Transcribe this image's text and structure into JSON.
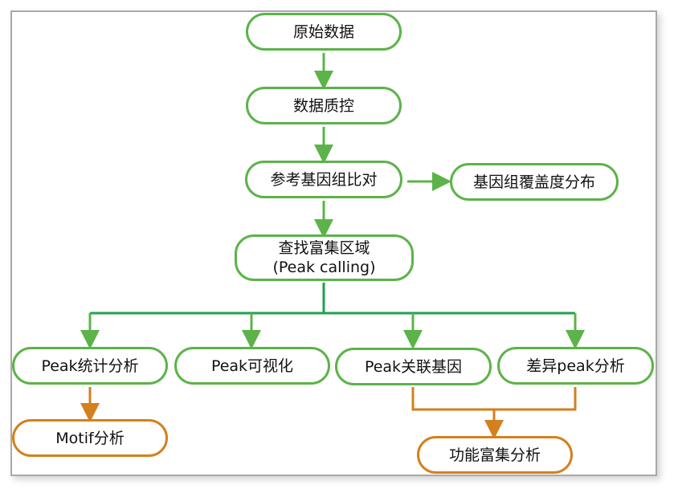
{
  "colors": {
    "green": "#5cb349",
    "dark_green": "#1fa050",
    "orange": "#d4801e",
    "frame": "#a9a9a9"
  },
  "nodes": {
    "raw_data": "原始数据",
    "qc": "数据质控",
    "alignment": "参考基因组比对",
    "coverage": "基因组覆盖度分布",
    "peak_calling_cn": "查找富集区域",
    "peak_calling_en": "(Peak calling)",
    "peak_stats": "Peak统计分析",
    "peak_vis": "Peak可视化",
    "peak_genes": "Peak关联基因",
    "diff_peak": "差异peak分析",
    "motif": "Motif分析",
    "func_enrich": "功能富集分析"
  }
}
